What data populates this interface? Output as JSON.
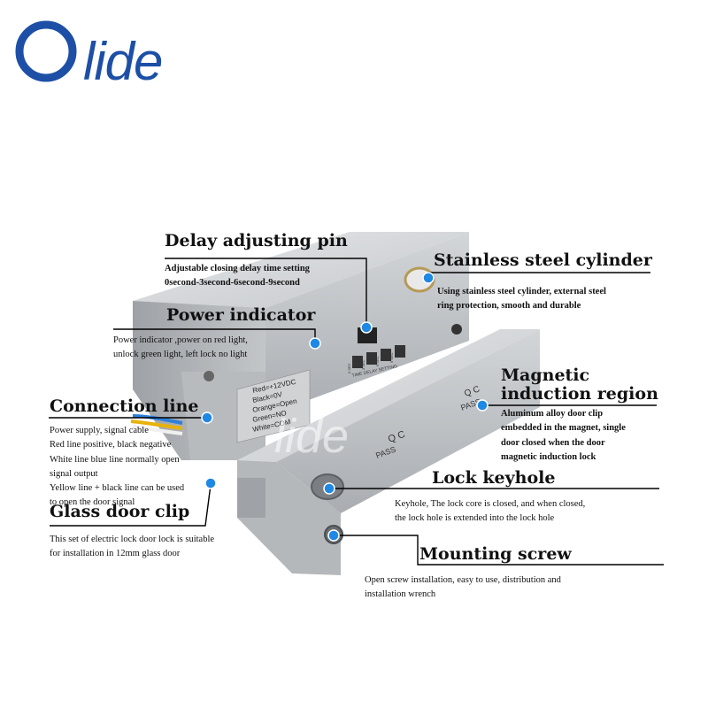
{
  "brand": {
    "name": "lide",
    "watermark": "lide",
    "color": "#1d4fa6"
  },
  "callouts": [
    {
      "id": "delay",
      "title": "Delay adjusting pin",
      "desc": "Adjustable closing delay time setting\n0second-3second-6second-9second"
    },
    {
      "id": "cylinder",
      "title": "Stainless steel cylinder",
      "desc": "Using stainless steel cylinder, external steel\nring protection, smooth and durable"
    },
    {
      "id": "power",
      "title": "Power indicator",
      "desc": "Power indicator ,power on red light,\nunlock green light, left lock no light"
    },
    {
      "id": "magnetic",
      "title": "Magnetic\ninduction region",
      "desc": "Aluminum alloy door clip\nembedded in the magnet, single\ndoor closed when the door\nmagnetic induction lock"
    },
    {
      "id": "connection",
      "title": "Connection line",
      "desc": "Power supply, signal cable\nRed line positive, black negative\nWhite line blue line normally open\nsignal output\nYellow line + black line can be used\nto open the door signal"
    },
    {
      "id": "keyhole",
      "title": "Lock keyhole",
      "desc": "Keyhole, The lock core is closed, and when closed,\nthe lock hole is extended into the lock hole"
    },
    {
      "id": "glass",
      "title": "Glass door clip",
      "desc": "This set of electric lock door lock  is suitable\nfor installation in 12mm glass door"
    },
    {
      "id": "screw",
      "title": "Mounting screw",
      "desc": "Open screw installation, easy to use, distribution and\ninstallation wrench"
    }
  ],
  "device": {
    "wire_labels": [
      "Red=+12VDC",
      "Black=0V",
      "Orange=Open",
      "Green=NO",
      "White=COM"
    ],
    "stamp_qc": "Q C",
    "stamp_pass": "PASS",
    "dip_label": "TIME DELAY SETTING",
    "dip_switches": [
      "0 SEC",
      "3 SEC",
      "6 SEC",
      "9 SEC"
    ]
  },
  "colors": {
    "marker": "#1e88e5",
    "aluminum": "#c9cccf",
    "line": "#000000"
  }
}
